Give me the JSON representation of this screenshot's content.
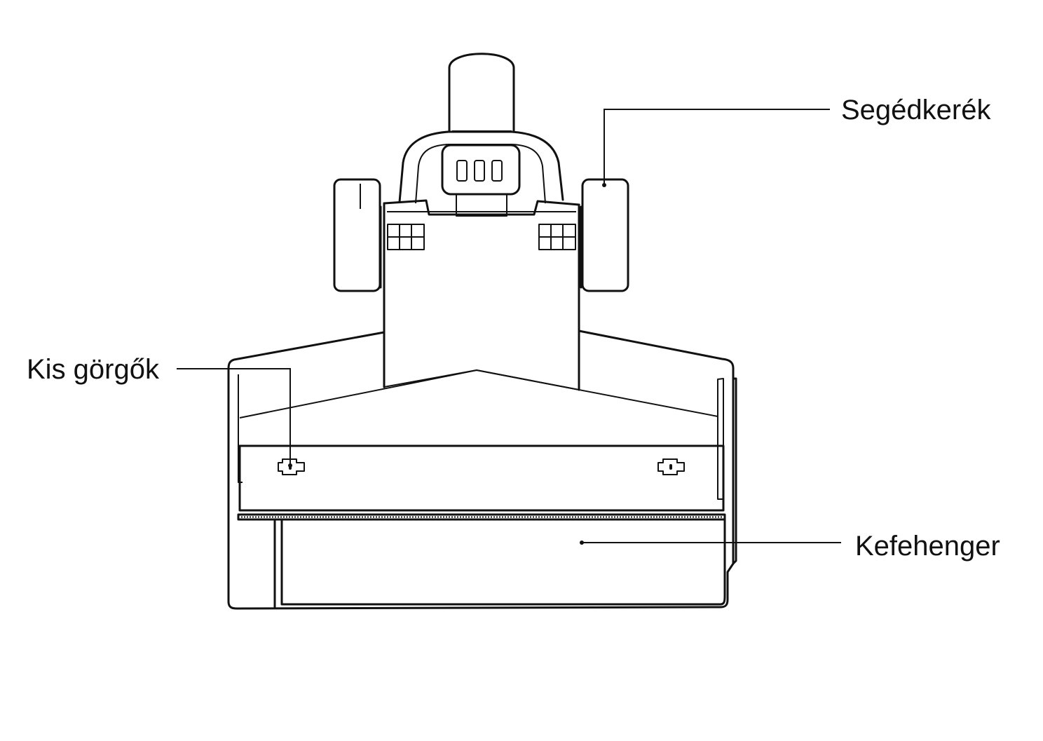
{
  "labels": {
    "aux_wheel": "Segédkerék",
    "small_rollers": "Kis görgők",
    "brush_roll": "Kefehenger"
  },
  "colors": {
    "line": "#111111",
    "background": "#ffffff"
  }
}
